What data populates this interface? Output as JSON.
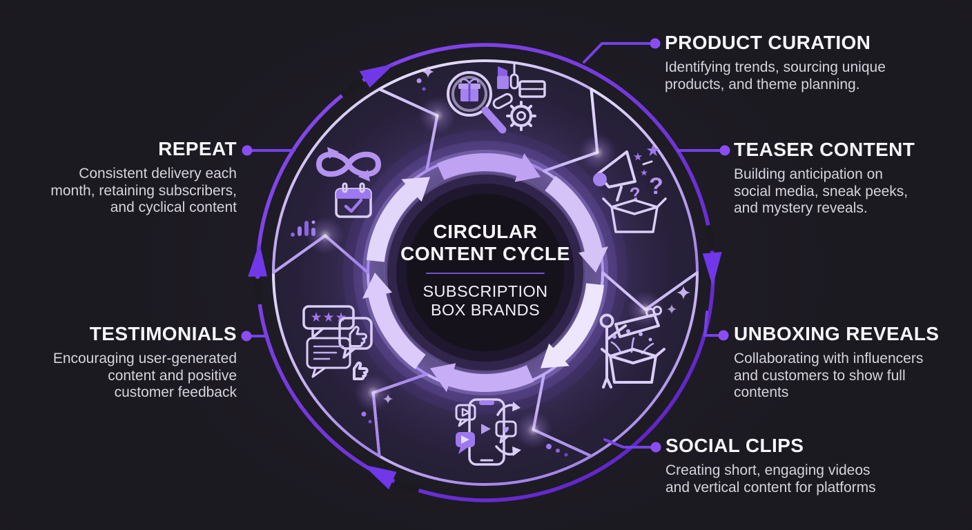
{
  "center": {
    "title": "CIRCULAR CONTENT CYCLE",
    "subtitle": "SUBSCRIPTION BOX BRANDS"
  },
  "sections": [
    {
      "key": "product-curation",
      "title": "PRODUCT CURATION",
      "description": "Identifying trends, sourcing unique products, and theme planning.",
      "icon": "magnifier-gift-cosmetics-gear-icon"
    },
    {
      "key": "teaser-content",
      "title": "TEASER CONTENT",
      "description": "Building anticipation on social media, sneak peeks, and mystery reveals.",
      "icon": "megaphone-mystery-box-icon"
    },
    {
      "key": "unboxing-reveals",
      "title": "UNBOXING REVEALS",
      "description": "Collaborating with influencers and customers to show full contents",
      "icon": "person-opening-box-icon"
    },
    {
      "key": "social-clips",
      "title": "SOCIAL CLIPS",
      "description": "Creating short, engaging videos and vertical content for platforms",
      "icon": "phone-video-share-icon"
    },
    {
      "key": "testimonials",
      "title": "TESTIMONIALS",
      "description": "Encouraging user-generated content and positive customer feedback",
      "icon": "review-bubbles-thumbs-up-icon"
    },
    {
      "key": "repeat",
      "title": "REPEAT",
      "description": "Consistent delivery each month, retaining subscribers, and cyclical content",
      "icon": "infinity-calendar-icon"
    }
  ],
  "colors": {
    "background": "#1c1a21",
    "accent": "#7c3aed",
    "connector": "#7442e8",
    "ring_light": "#cdbaf4",
    "heading_text": "#f8f7fb",
    "body_text": "#d5d3db"
  }
}
